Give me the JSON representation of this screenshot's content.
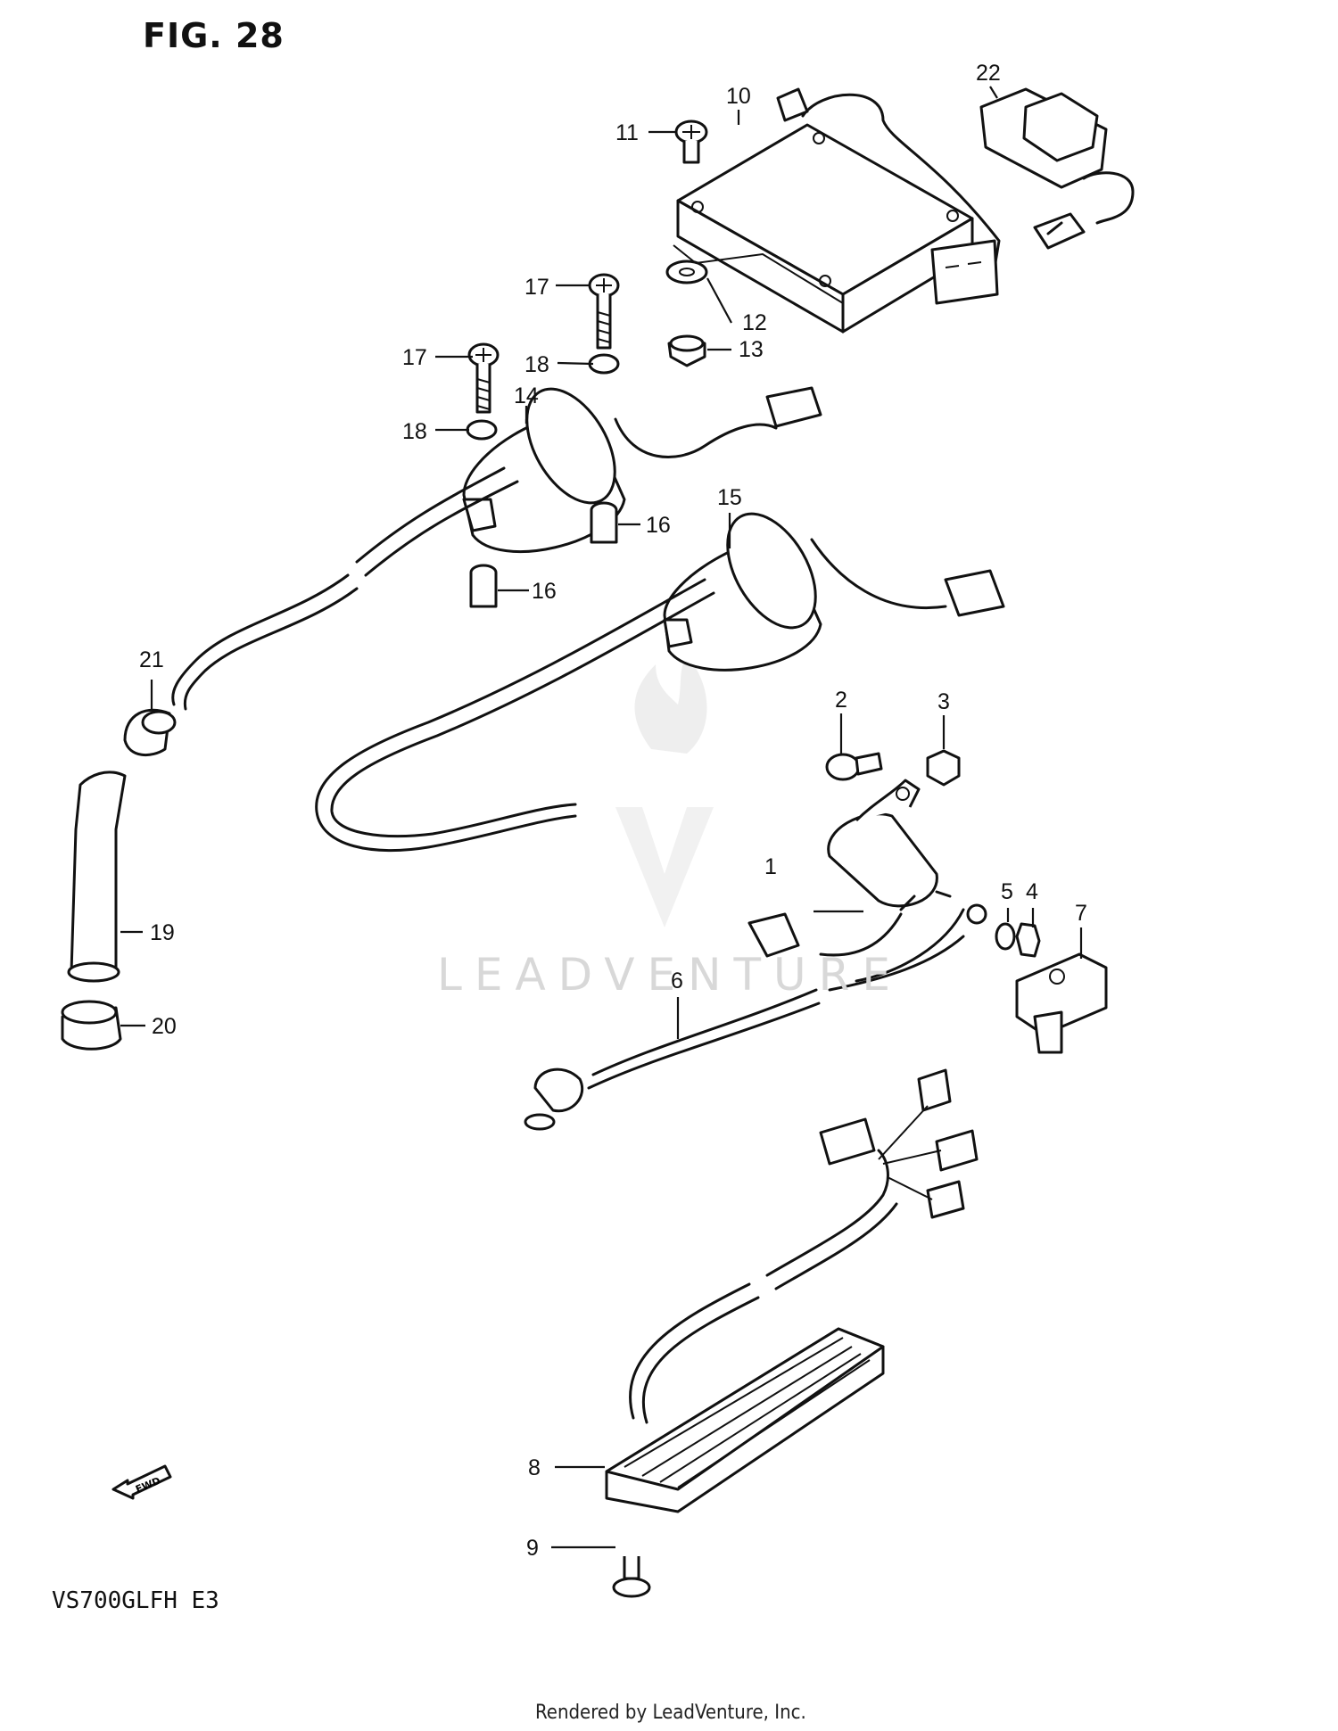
{
  "figure": {
    "title": "FIG. 28"
  },
  "model_code": "VS700GLFH  E3",
  "footer": "Rendered by LeadVenture, Inc.",
  "watermark": {
    "text": "LEADVENTURE",
    "logo": "leadventure-flame-logo"
  },
  "fwd_arrow": {
    "label": "FWD",
    "icon": "forward-arrow-icon"
  },
  "callouts": [
    {
      "id": "c1",
      "label": "1"
    },
    {
      "id": "c2",
      "label": "2"
    },
    {
      "id": "c3",
      "label": "3"
    },
    {
      "id": "c4",
      "label": "4"
    },
    {
      "id": "c5",
      "label": "5"
    },
    {
      "id": "c6",
      "label": "6"
    },
    {
      "id": "c7",
      "label": "7"
    },
    {
      "id": "c8",
      "label": "8"
    },
    {
      "id": "c9",
      "label": "9"
    },
    {
      "id": "c10",
      "label": "10"
    },
    {
      "id": "c11",
      "label": "11"
    },
    {
      "id": "c12",
      "label": "12"
    },
    {
      "id": "c13",
      "label": "13"
    },
    {
      "id": "c14",
      "label": "14"
    },
    {
      "id": "c15",
      "label": "15"
    },
    {
      "id": "c16a",
      "label": "16"
    },
    {
      "id": "c16b",
      "label": "16"
    },
    {
      "id": "c17a",
      "label": "17"
    },
    {
      "id": "c17b",
      "label": "17"
    },
    {
      "id": "c18a",
      "label": "18"
    },
    {
      "id": "c18b",
      "label": "18"
    },
    {
      "id": "c19",
      "label": "19"
    },
    {
      "id": "c20",
      "label": "20"
    },
    {
      "id": "c21",
      "label": "21"
    },
    {
      "id": "c22",
      "label": "22"
    }
  ]
}
